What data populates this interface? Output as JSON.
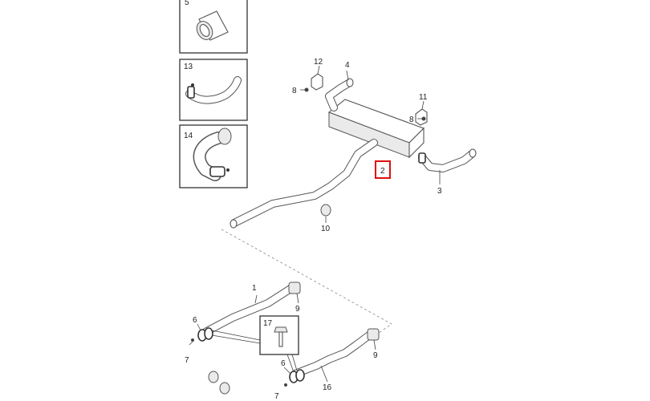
{
  "callouts": {
    "c1": "1",
    "c2": "2",
    "c3": "3",
    "c4": "4",
    "c5": "5",
    "c6a": "6",
    "c6b": "6",
    "c7a": "7",
    "c7b": "7",
    "c8a": "8",
    "c8b": "8",
    "c9a": "9",
    "c9b": "9",
    "c10": "10",
    "c11": "11",
    "c12": "12",
    "c13": "13",
    "c14": "14",
    "c16": "16",
    "c17": "17"
  },
  "highlight_color": "#d11111"
}
